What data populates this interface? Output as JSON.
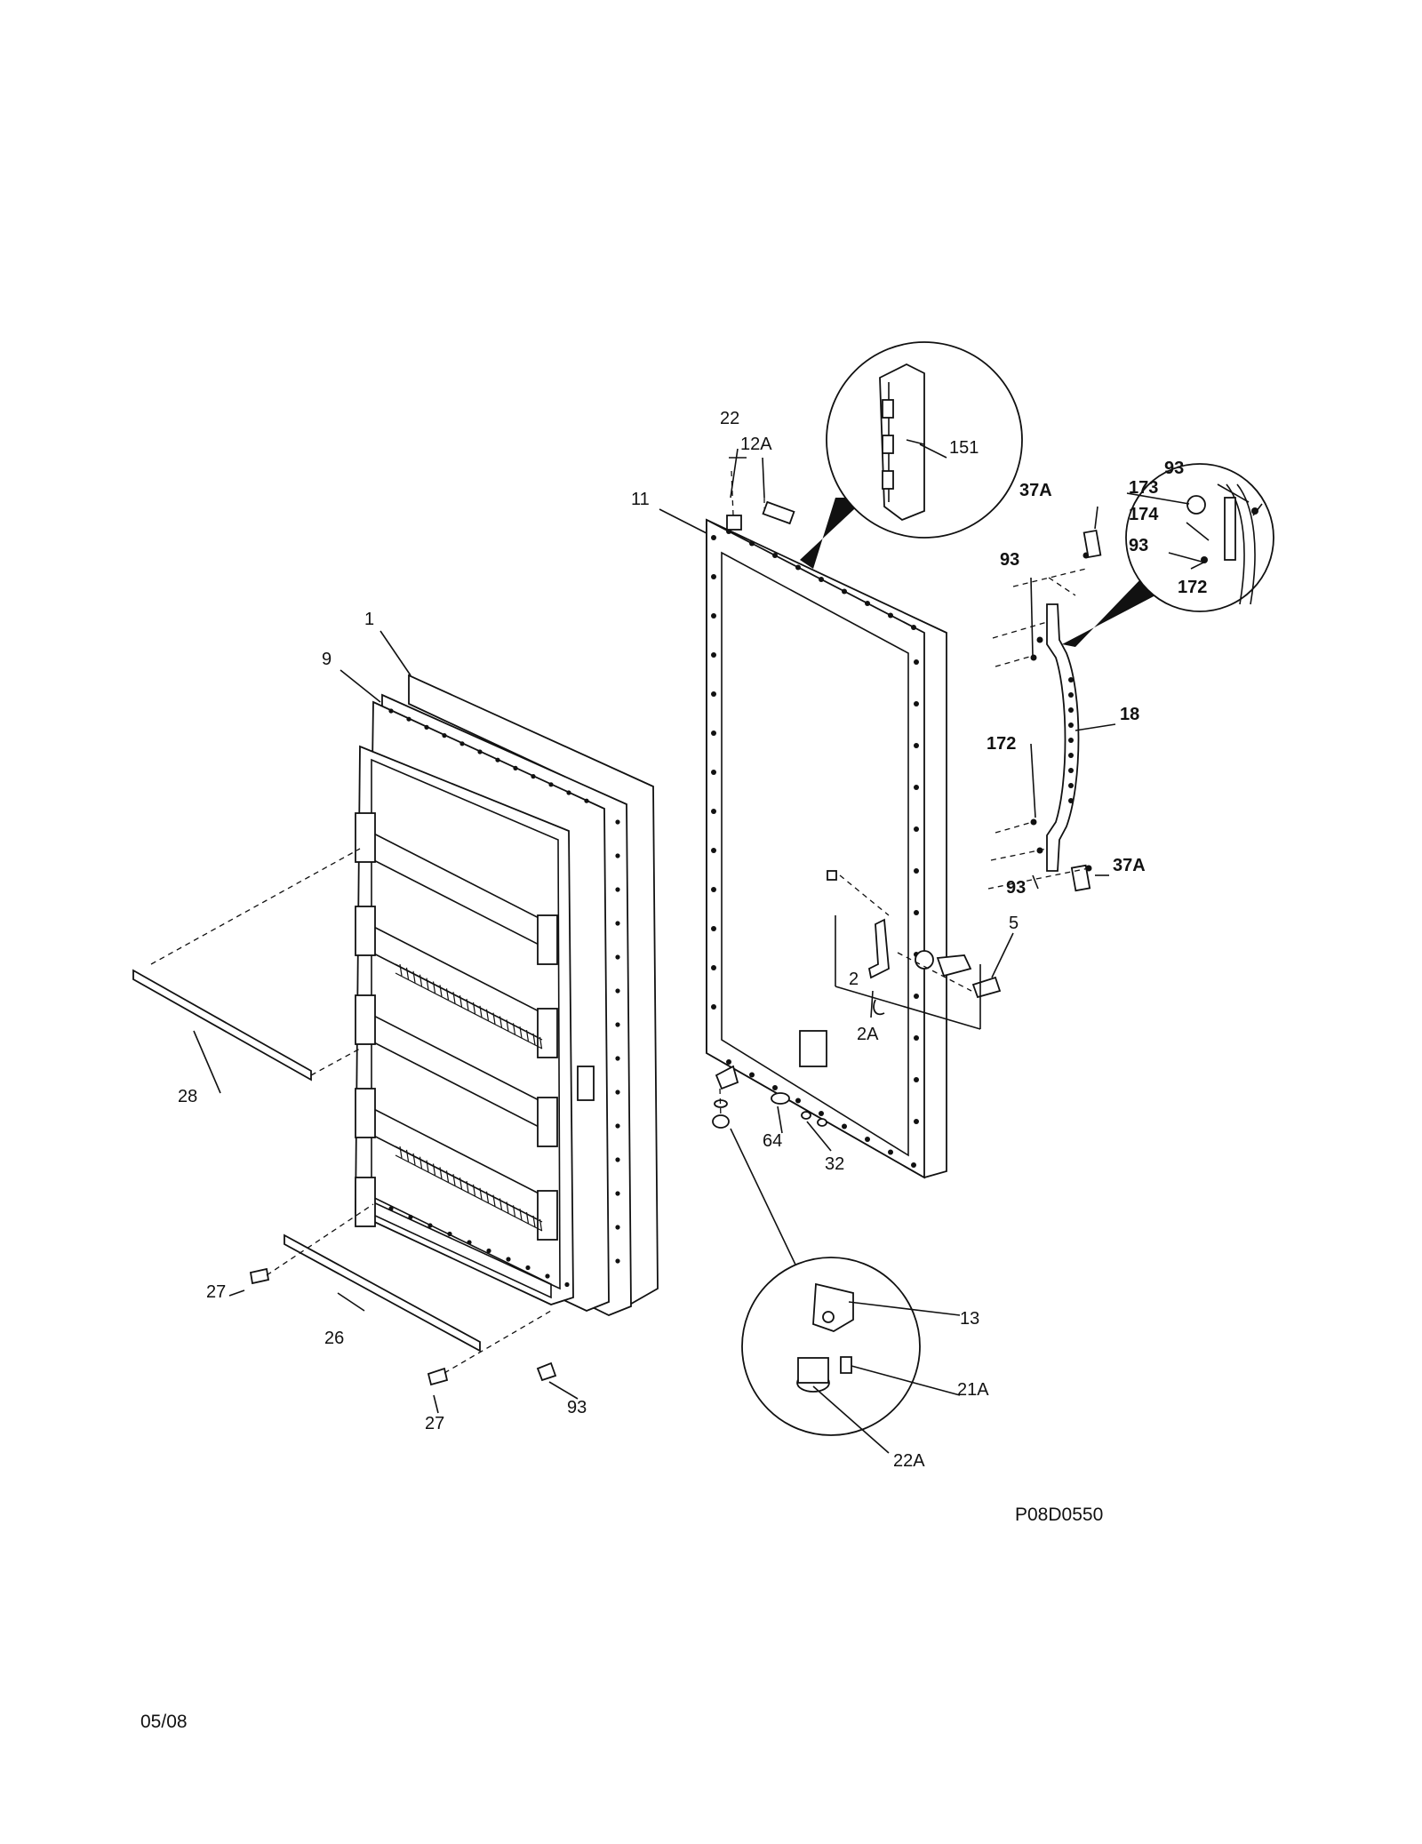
{
  "diagram_code": "P08D0550",
  "date": "05/08",
  "labels": {
    "l1": "1",
    "l9": "9",
    "l11": "11",
    "l22": "22",
    "l12a": "12A",
    "l151": "151",
    "l37a_top": "37A",
    "l37a_bot": "37A",
    "l93_handle_top": "93",
    "l93_handle_bot": "93",
    "l172": "172",
    "l18": "18",
    "l5": "5",
    "l2": "2",
    "l2a": "2A",
    "l64": "64",
    "l32": "32",
    "l28": "28",
    "l27_left": "27",
    "l27_bot": "27",
    "l26": "26",
    "l93_bot": "93",
    "l13": "13",
    "l21a": "21A",
    "l22a": "22A",
    "detail_173": "173",
    "detail_93_top": "93",
    "detail_174": "174",
    "detail_93_mid": "93",
    "detail_172": "172"
  }
}
